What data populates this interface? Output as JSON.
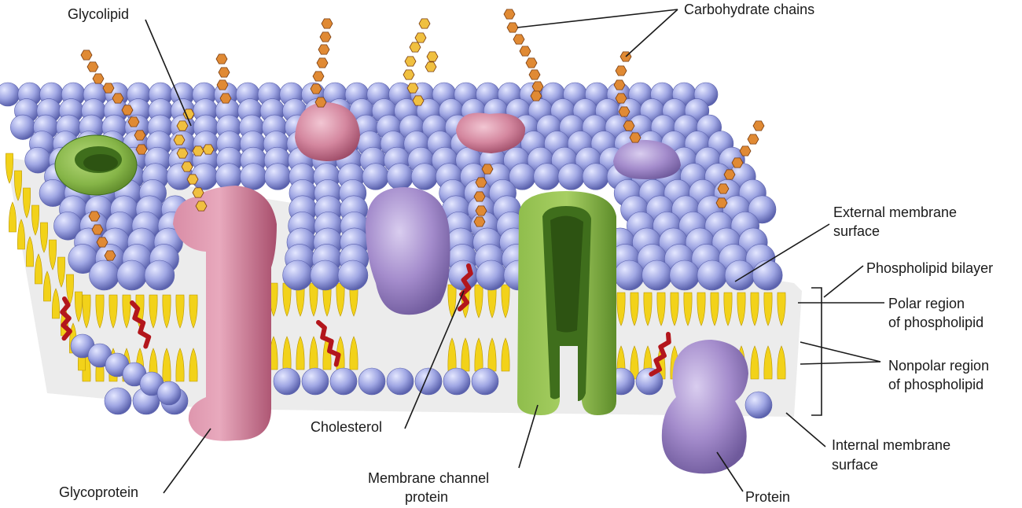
{
  "labels": {
    "glycolipid": "Glycolipid",
    "carbohydrate_chains": "Carbohydrate chains",
    "external_surface_1": "External membrane",
    "external_surface_2": "surface",
    "phospholipid_bilayer": "Phospholipid bilayer",
    "polar_region_1": "Polar region",
    "polar_region_2": "of phospholipid",
    "nonpolar_region_1": "Nonpolar region",
    "nonpolar_region_2": "of phospholipid",
    "internal_surface_1": "Internal membrane",
    "internal_surface_2": "surface",
    "protein": "Protein",
    "channel_protein_1": "Membrane channel",
    "channel_protein_2": "protein",
    "cholesterol": "Cholesterol",
    "glycoprotein": "Glycoprotein"
  },
  "colors": {
    "head": "#9fa6e3",
    "head_dark": "#5b62ad",
    "tail": "#f2d21a",
    "tail_stroke": "#b89400",
    "carb_orange": "#e08a34",
    "carb_yellow": "#f0c040",
    "glycoprotein": "#c86c8a",
    "channel": "#7fae3e",
    "channel_dark": "#3f6e1c",
    "purple": "#9c84c4",
    "cholesterol": "#b3161c"
  }
}
